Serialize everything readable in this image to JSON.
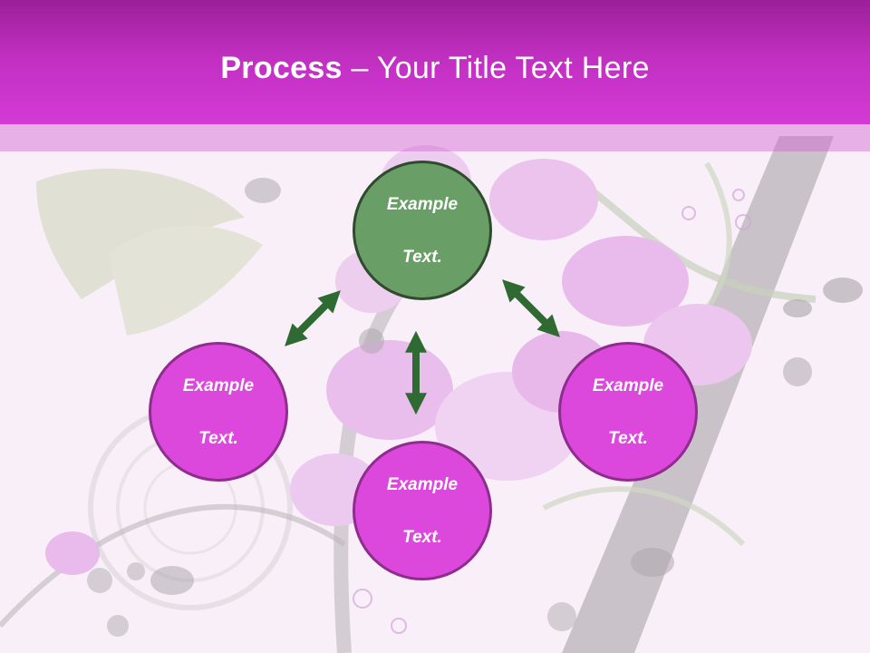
{
  "title": {
    "bold": "Process",
    "separator": " – ",
    "rest": "Your Title Text Here"
  },
  "nodes": {
    "top": {
      "line1": "Example",
      "line2": "Text."
    },
    "left": {
      "line1": "Example",
      "line2": "Text."
    },
    "bottom": {
      "line1": "Example",
      "line2": "Text."
    },
    "right": {
      "line1": "Example",
      "line2": "Text."
    }
  },
  "colors": {
    "header": "#c02fc0",
    "node_magenta": "#dd48dc",
    "node_green": "#699f66",
    "arrow": "#2f6a32"
  }
}
